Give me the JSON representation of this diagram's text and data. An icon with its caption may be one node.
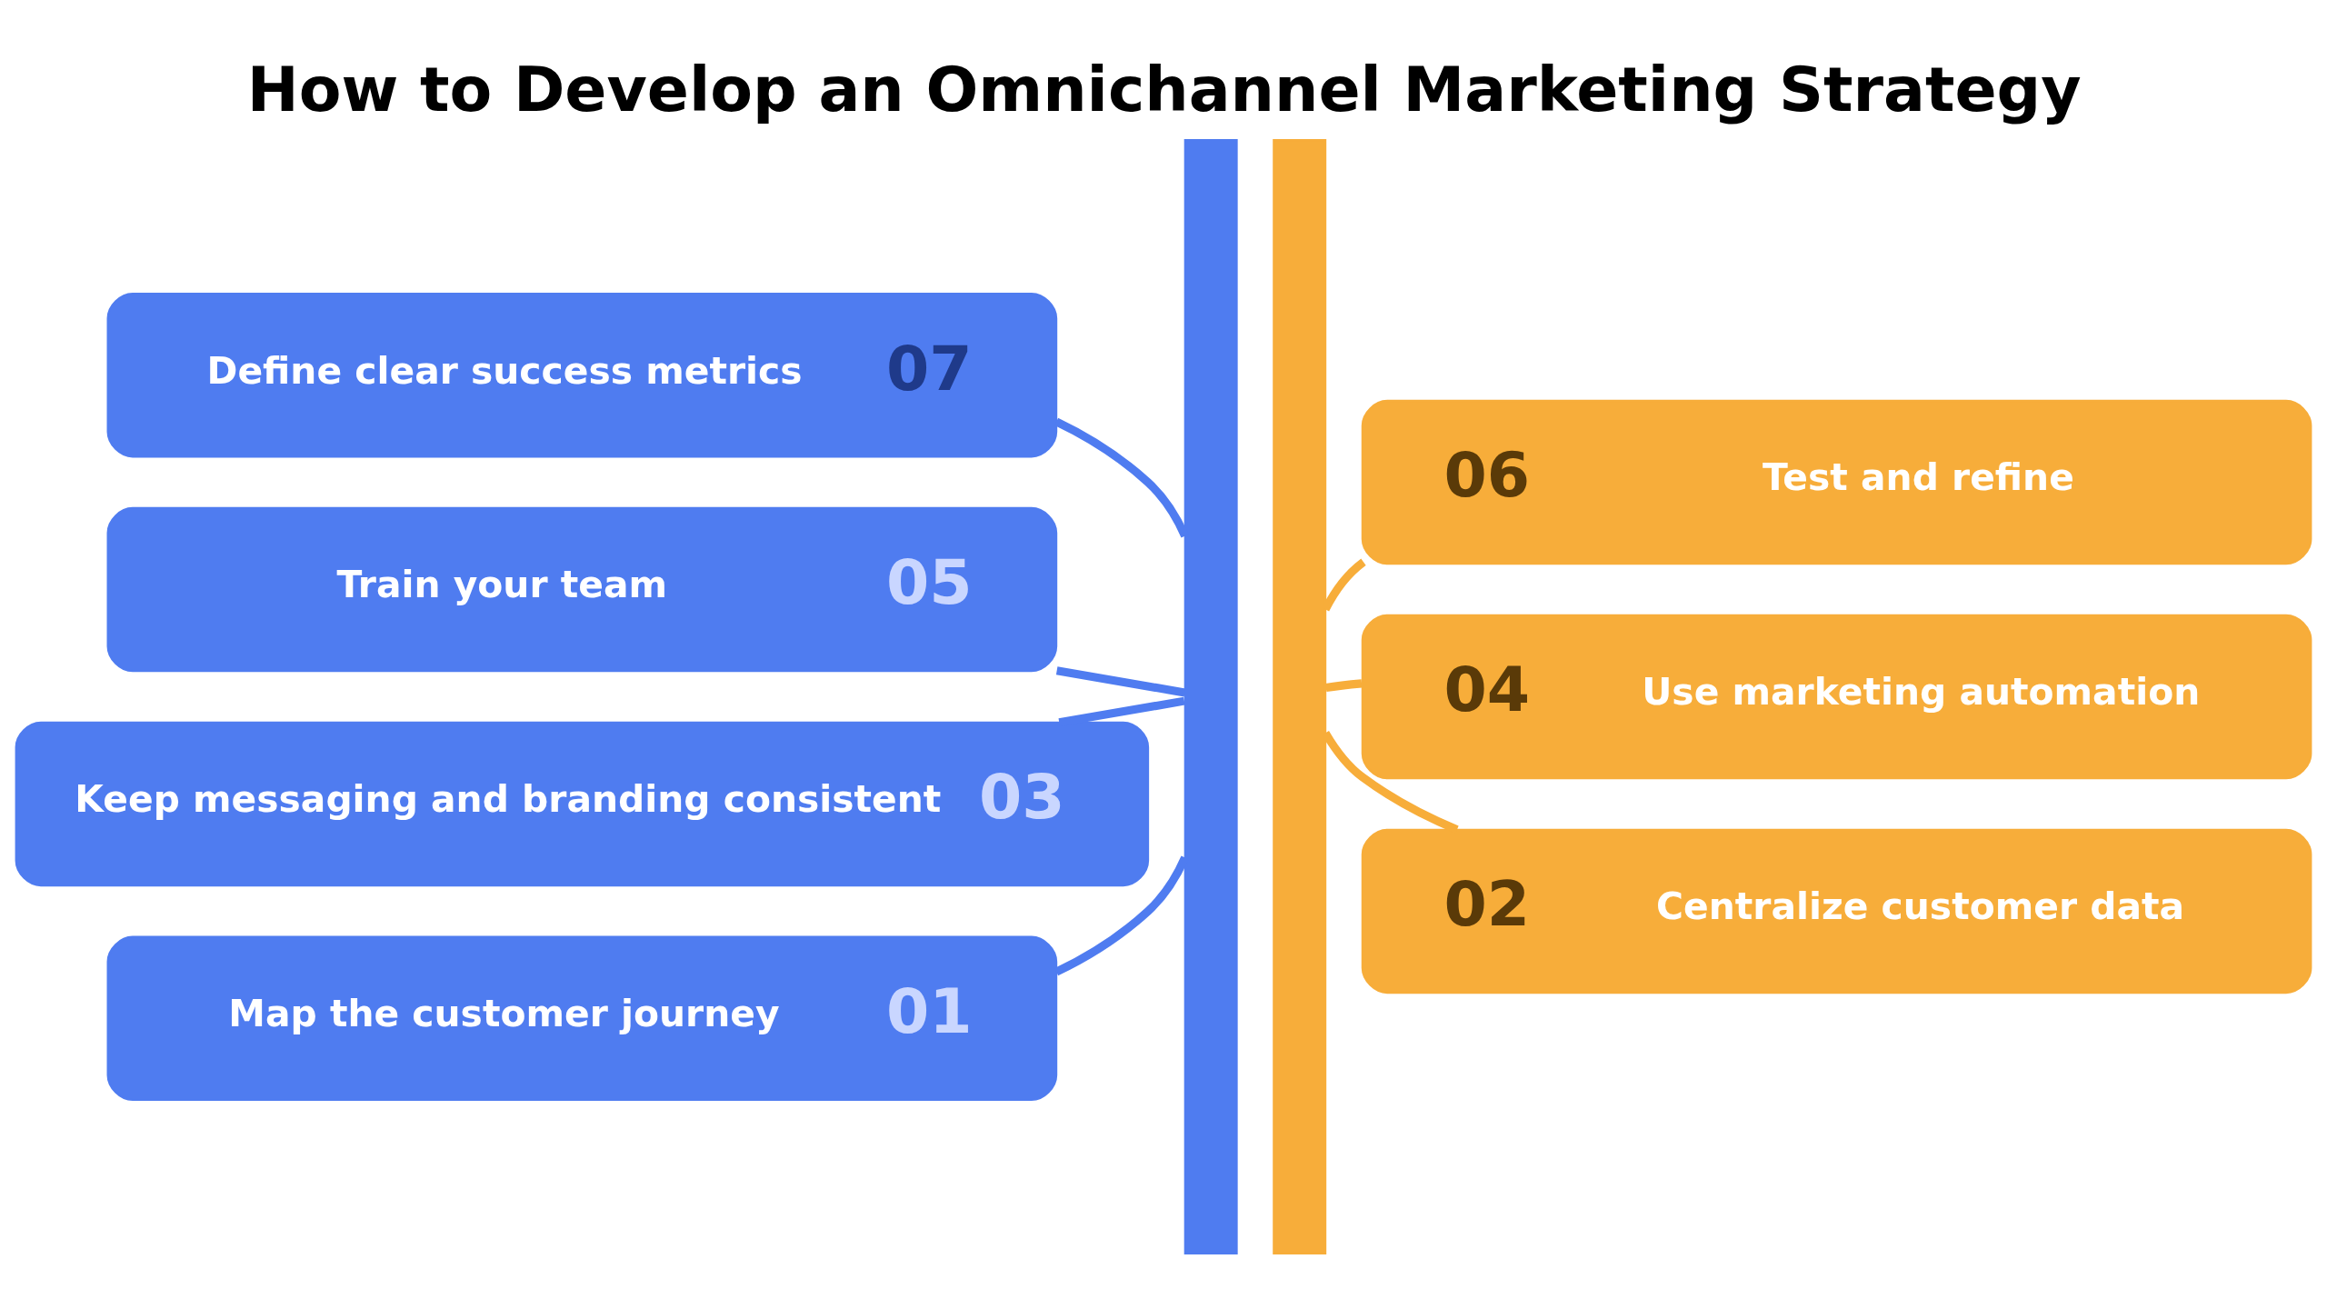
{
  "diagram": {
    "title": "How to Develop an Omnichannel Marketing Strategy",
    "nodes": [
      {
        "text": [
          "Define clear success metrics",
          "07"
        ]
      },
      {
        "text": [
          "Train your team",
          "05"
        ]
      },
      {
        "text": [
          "Keep messaging and branding consistent",
          "03"
        ]
      },
      {
        "text": [
          "Map the customer journey",
          "01"
        ]
      },
      {
        "text": [],
        "shape": "bar"
      },
      {
        "text": [],
        "shape": "bar"
      },
      {
        "text": [
          "06",
          "Test and refine"
        ]
      },
      {
        "text": [
          "04",
          "Use marketing automation"
        ]
      },
      {
        "text": [
          "02",
          "Centralize customer data"
        ]
      }
    ],
    "edges": [
      {
        "from": 0,
        "to": 4,
        "arrow": "none"
      },
      {
        "from": 1,
        "to": 4,
        "arrow": "none"
      },
      {
        "from": 2,
        "to": 4,
        "arrow": "none"
      },
      {
        "from": 3,
        "to": 4,
        "arrow": "none"
      },
      {
        "from": 6,
        "to": 5,
        "arrow": "none",
        "color": "#f7ad3a"
      },
      {
        "from": 7,
        "to": 5,
        "arrow": "none",
        "color": "#f7ad3a"
      },
      {
        "from": 8,
        "to": 5,
        "arrow": "none",
        "color": "#f7ad3a"
      }
    ]
  }
}
